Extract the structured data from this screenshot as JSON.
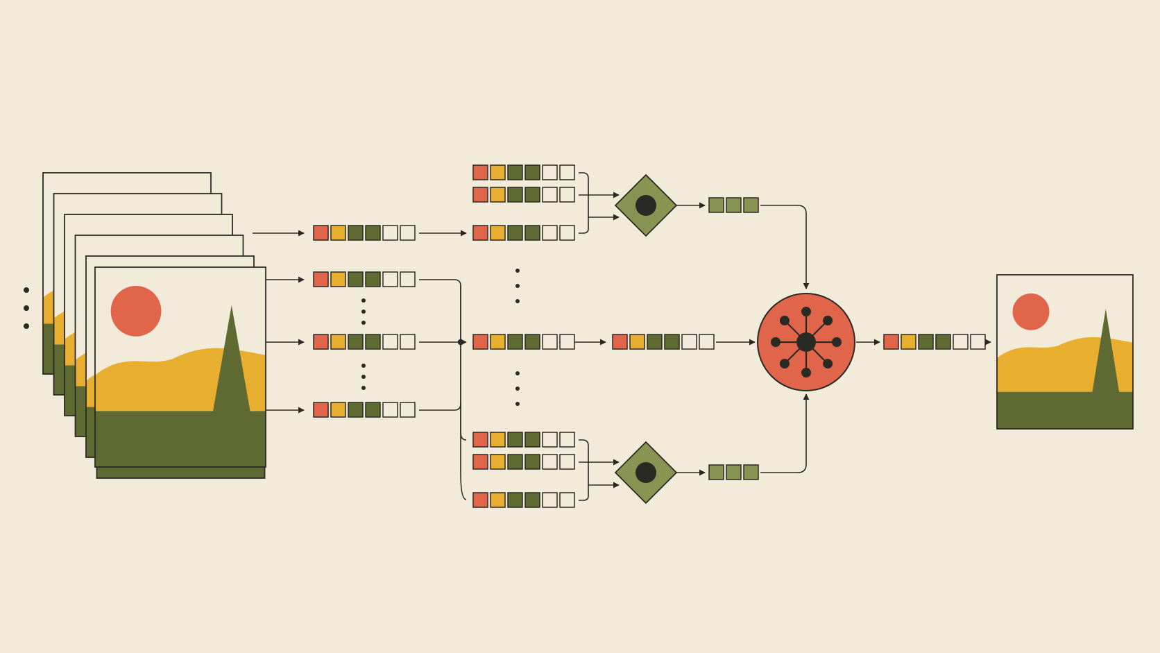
{
  "colors": {
    "background": "#f3ebd9",
    "ink": "#2a2a24",
    "red": "#e0654a",
    "yellow": "#e8ae2f",
    "green": "#5f6a32",
    "green_light": "#8a9452",
    "paper": "#f3ebd9"
  },
  "stack": {
    "frame_count": 6
  },
  "token_pattern": [
    "red",
    "yellow",
    "green",
    "green",
    "empty",
    "empty"
  ],
  "gate_output_pattern": [
    "green_light",
    "green_light",
    "green_light"
  ],
  "icons": [
    "frame-stack-icon",
    "landscape-icon",
    "gate-diamond-icon",
    "hub-network-icon",
    "arrow-icon",
    "ellipsis-icon"
  ]
}
